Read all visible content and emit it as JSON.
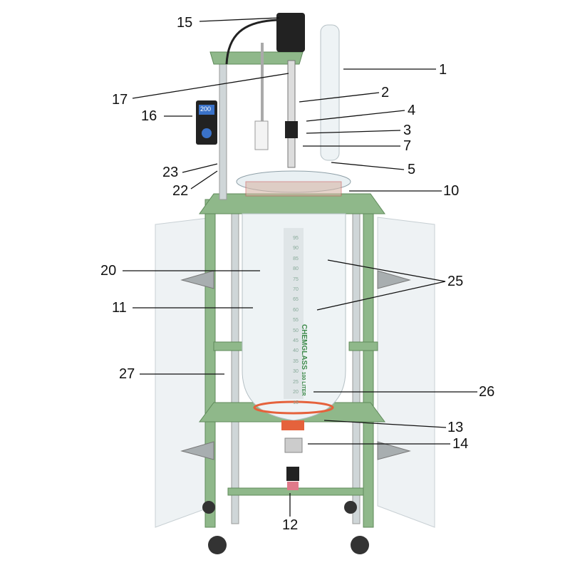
{
  "callouts": {
    "c1": "1",
    "c2": "2",
    "c3": "3",
    "c4": "4",
    "c5": "5",
    "c7": "7",
    "c10": "10",
    "c11": "11",
    "c12": "12",
    "c13": "13",
    "c14": "14",
    "c15": "15",
    "c16": "16",
    "c17": "17",
    "c20": "20",
    "c22": "22",
    "c23": "23",
    "c25": "25",
    "c26": "26",
    "c27": "27"
  },
  "vessel": {
    "brand": "CHEMGLASS",
    "capacity": "100 LITER",
    "scale": [
      "95",
      "90",
      "85",
      "80",
      "75",
      "70",
      "65",
      "60",
      "55",
      "50",
      "45",
      "40",
      "35",
      "30",
      "25",
      "20",
      "15"
    ]
  },
  "controller": {
    "display": "200"
  },
  "colors": {
    "frame": "#8fb88a",
    "frame_dark": "#5f8a5a",
    "glass": "#e9f0f3",
    "gasket": "#e5623c",
    "motor": "#222222"
  }
}
